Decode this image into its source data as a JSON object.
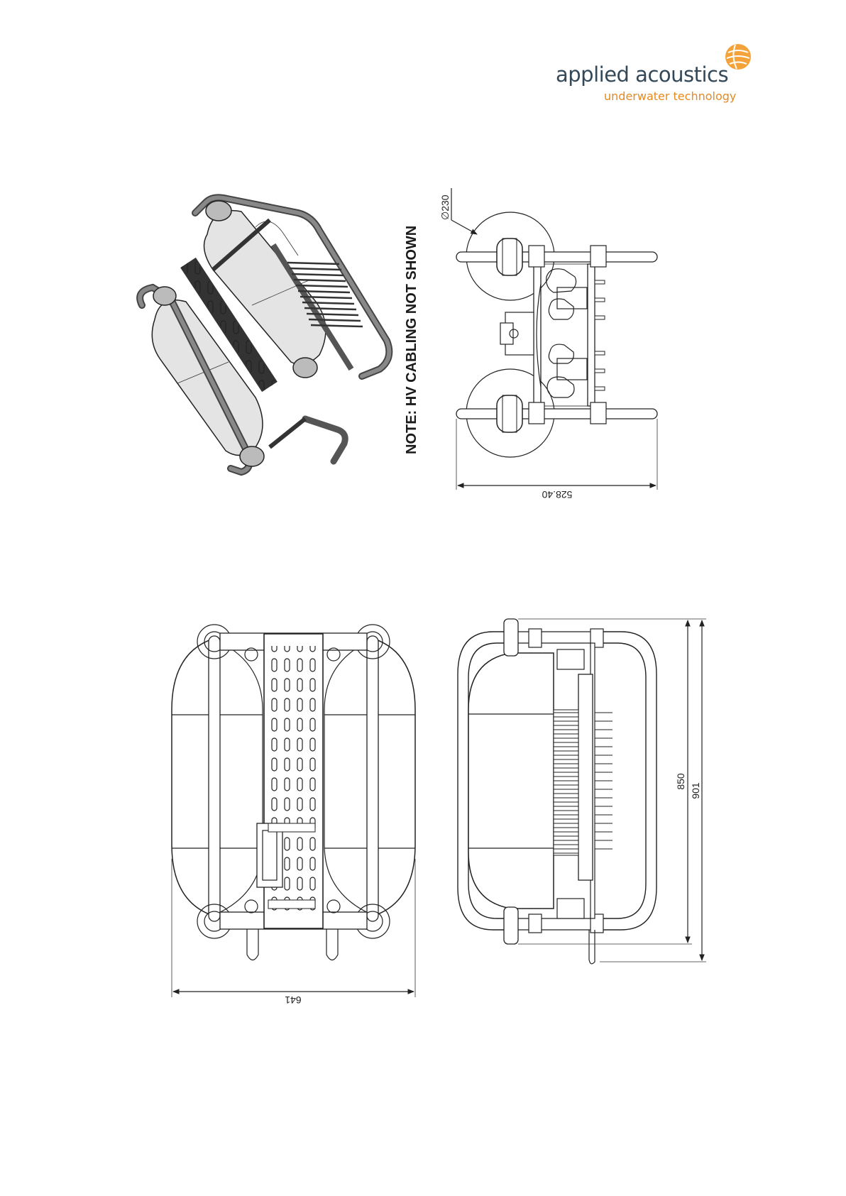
{
  "logo": {
    "name": "applied acoustics",
    "tagline": "underwater technology",
    "accent_color": "#e7891c",
    "text_color": "#33495a"
  },
  "note": "NOTE: HV CABLING NOT SHOWN",
  "dimensions": {
    "float_diameter": "∅230",
    "end_view_width": "528.40",
    "plan_width": "641",
    "side_inner_length": "850",
    "side_overall_length": "901"
  }
}
